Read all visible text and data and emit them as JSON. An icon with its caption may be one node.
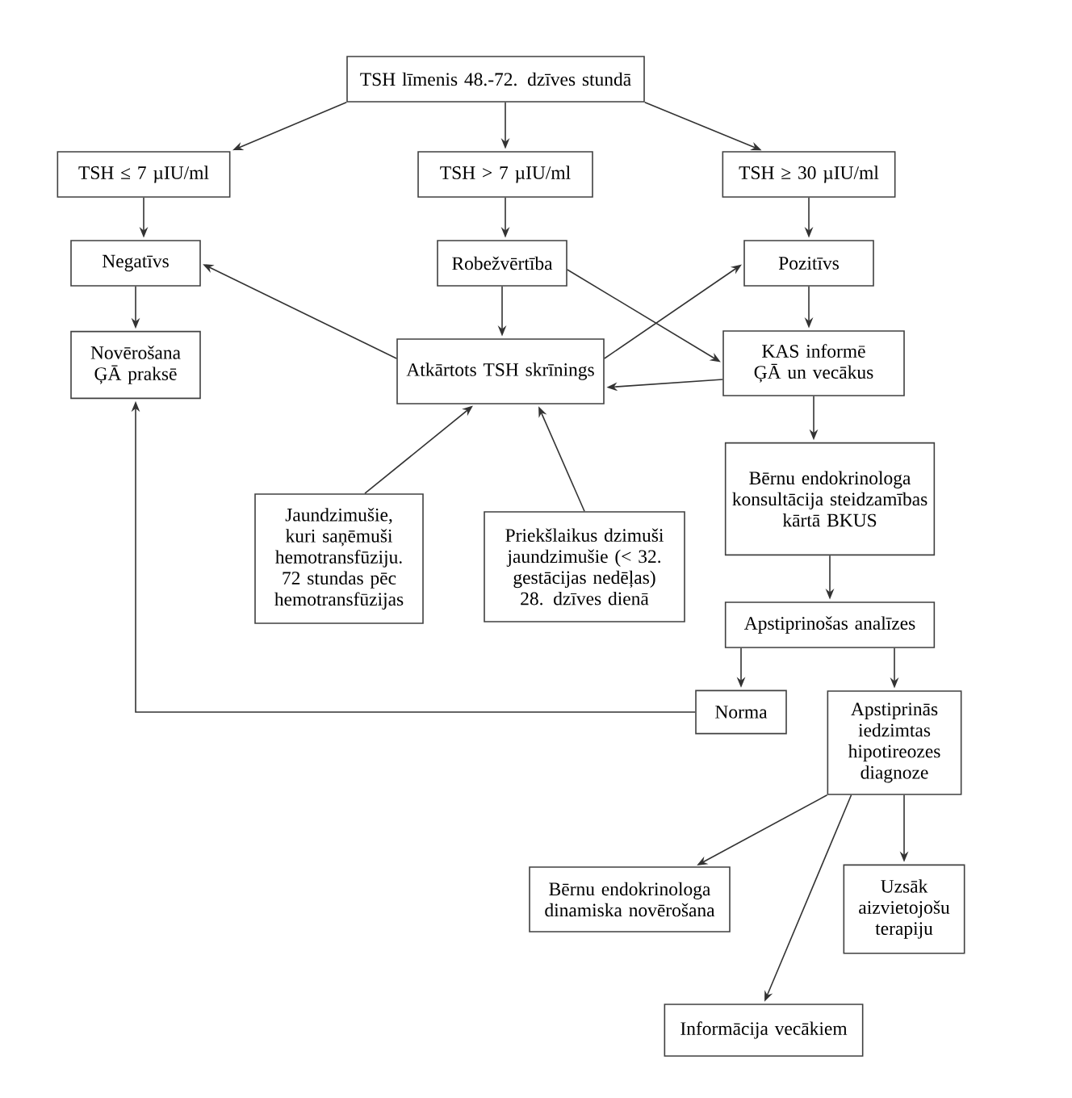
{
  "diagram": {
    "nodes": [
      {
        "text": [
          "TSH līmenis 48.-72. dzīves stundā"
        ]
      },
      {
        "text": [
          "TSH ≤ 7 µIU/ml"
        ]
      },
      {
        "text": [
          "TSH > 7 µIU/ml"
        ]
      },
      {
        "text": [
          "TSH ≥ 30 µIU/ml"
        ]
      },
      {
        "text": [
          "Negatīvs"
        ]
      },
      {
        "text": [
          "Robežvērtība"
        ]
      },
      {
        "text": [
          "Pozitīvs"
        ]
      },
      {
        "text": [
          "Novērošana ĢĀ praksē"
        ]
      },
      {
        "text": [
          "Atkārtots TSH skrīnings"
        ]
      },
      {
        "text": [
          "KAS informē ĢĀ un vecākus"
        ]
      },
      {
        "text": [
          "Jaundzimušie, kuri saņēmuši hemotransfūziju. 72 stundas pēc hemotransfūzijas"
        ]
      },
      {
        "text": [
          "Priekšlaikus dzimuši jaundzimušie (< 32. gestācijas nedēļas) 28. dzīves dienā"
        ]
      },
      {
        "text": [
          "Bērnu endokrinologa konsultācija steidzamības kārtā BKUS"
        ]
      },
      {
        "text": [
          "Apstiprinošas analīzes"
        ]
      },
      {
        "text": [
          "Norma"
        ]
      },
      {
        "text": [
          "Apstiprinās iedzimtas hipotireozes diagnoze"
        ]
      },
      {
        "text": [
          "Bērnu endokrinologa dinamiska novērošana"
        ]
      },
      {
        "text": [
          "Uzsāk aizvietojošu terapiju"
        ]
      },
      {
        "text": [
          "Informācija vecākiem"
        ]
      }
    ],
    "edges": [
      {
        "from": 0,
        "to": 1,
        "arrow": "to"
      },
      {
        "from": 0,
        "to": 2,
        "arrow": "to"
      },
      {
        "from": 0,
        "to": 3,
        "arrow": "to"
      },
      {
        "from": 1,
        "to": 4,
        "arrow": "to"
      },
      {
        "from": 2,
        "to": 5,
        "arrow": "to"
      },
      {
        "from": 3,
        "to": 6,
        "arrow": "to"
      },
      {
        "from": 4,
        "to": 7,
        "arrow": "to"
      },
      {
        "from": 5,
        "to": 8,
        "arrow": "to"
      },
      {
        "from": 6,
        "to": 9,
        "arrow": "to"
      },
      {
        "from": 8,
        "to": 4,
        "arrow": "to"
      },
      {
        "from": 8,
        "to": 6,
        "arrow": "to"
      },
      {
        "from": 5,
        "to": 9,
        "arrow": "to"
      },
      {
        "from": 9,
        "to": 8,
        "arrow": "to"
      },
      {
        "from": 9,
        "to": 12,
        "arrow": "to"
      },
      {
        "from": 10,
        "to": 8,
        "arrow": "to"
      },
      {
        "from": 11,
        "to": 8,
        "arrow": "to"
      },
      {
        "from": 12,
        "to": 13,
        "arrow": "to"
      },
      {
        "from": 13,
        "to": 14,
        "arrow": "to"
      },
      {
        "from": 13,
        "to": 15,
        "arrow": "to"
      },
      {
        "from": 14,
        "to": 7,
        "arrow": "to"
      },
      {
        "from": 15,
        "to": 16,
        "arrow": "to"
      },
      {
        "from": 15,
        "to": 18,
        "arrow": "to"
      },
      {
        "from": 15,
        "to": 17,
        "arrow": "to"
      }
    ]
  }
}
